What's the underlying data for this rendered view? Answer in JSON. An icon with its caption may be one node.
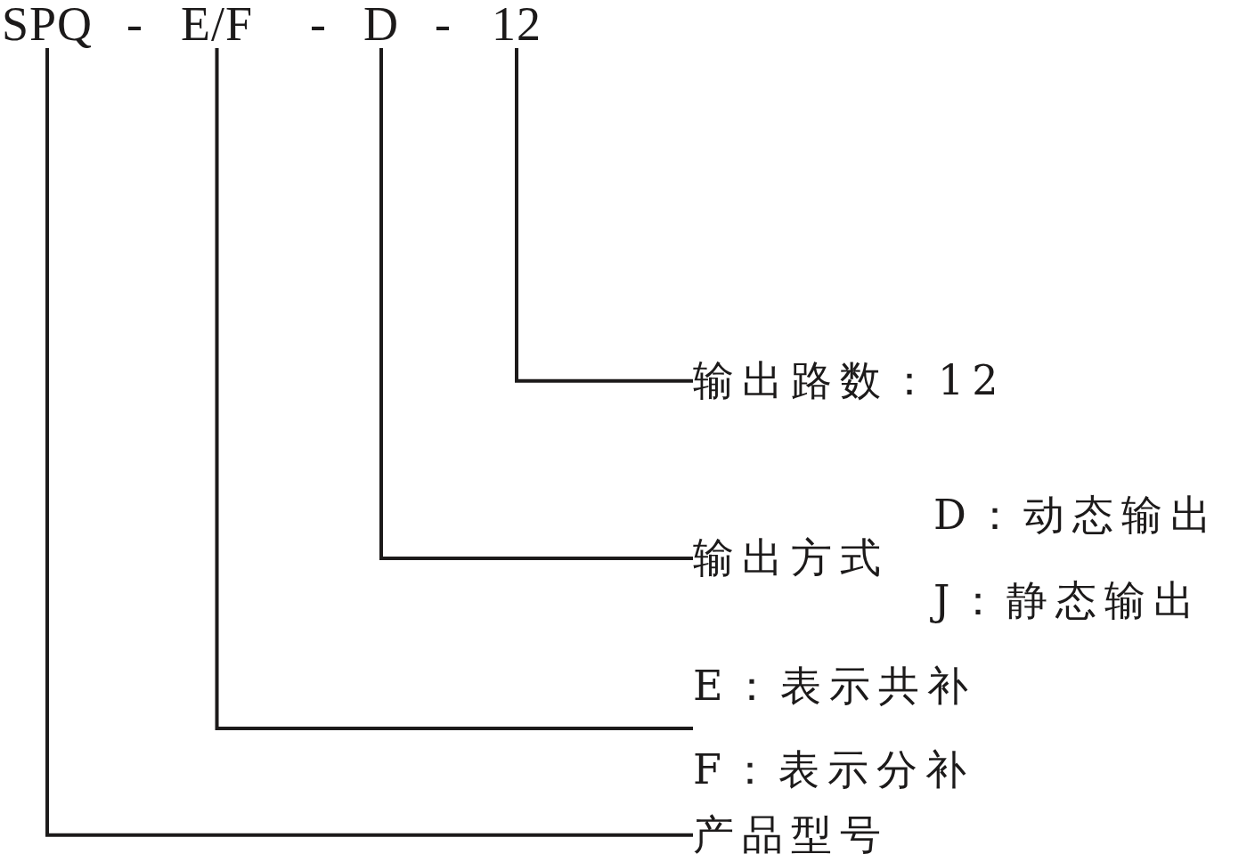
{
  "diagram": {
    "nodes": [
      {
        "text": [
          "SPQ"
        ]
      },
      {
        "text": [
          "E/F"
        ]
      },
      {
        "text": [
          "D"
        ]
      },
      {
        "text": [
          "12"
        ]
      },
      {
        "text": [
          "输出路数：12"
        ]
      },
      {
        "text": [
          "输出方式",
          "D：动态输出",
          "J：静态输出"
        ]
      },
      {
        "text": [
          "E：表示共补",
          "F：表示分补"
        ]
      },
      {
        "text": [
          "产品型号"
        ]
      }
    ],
    "edges": [
      {
        "from": 0,
        "to": 7,
        "arrow": "none"
      },
      {
        "from": 1,
        "to": 6,
        "arrow": "none"
      },
      {
        "from": 2,
        "to": 5,
        "arrow": "none"
      },
      {
        "from": 3,
        "to": 4,
        "arrow": "none"
      }
    ],
    "labels": [
      "-",
      "-",
      "-"
    ]
  }
}
